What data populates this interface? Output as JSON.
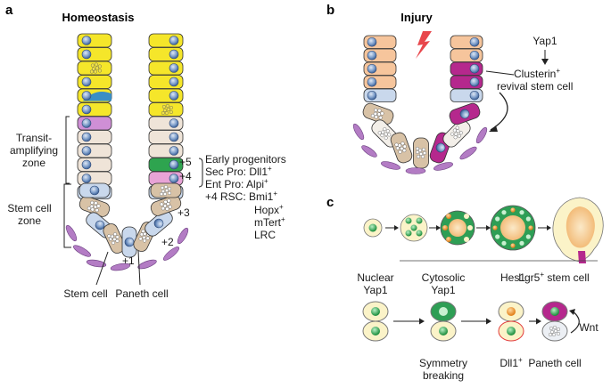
{
  "panel_a": {
    "letter": "a",
    "title": "Homeostasis",
    "transit_label": [
      "Transit-",
      "amplifying",
      "zone"
    ],
    "stem_zone_label": [
      "Stem cell",
      "zone"
    ],
    "positions": {
      "p1": "+1",
      "p2": "+2",
      "p3": "+3",
      "p4": "+4",
      "p5": "+5"
    },
    "annotations": {
      "early": "Early progenitors",
      "sec_pro": "Sec Pro: Dll1",
      "ent_pro": "Ent Pro: Alpi",
      "rsc": "+4 RSC: Bmi1",
      "hopx": "Hopx",
      "mtert": "mTert",
      "lrc": "LRC",
      "sup": "+"
    },
    "stem_cell": "Stem cell",
    "paneth_cell": "Paneth cell"
  },
  "panel_b": {
    "letter": "b",
    "title": "Injury",
    "yap1": "Yap1",
    "clusterin": "Clusterin",
    "sup": "+",
    "revival": "revival stem cell"
  },
  "panel_c": {
    "letter": "c",
    "nuclear_yap1": [
      "Nuclear",
      "Yap1"
    ],
    "cytosolic_yap1": [
      "Cytosolic",
      "Yap1"
    ],
    "hes1": "Hes1",
    "lgr5": "Lgr5",
    "lgr5_rest": " stem cell",
    "sup": "+",
    "wnt": "Wnt",
    "symmetry": [
      "Symmetry",
      "breaking"
    ],
    "dll1": "Dll1",
    "paneth": "Paneth cell"
  },
  "colors": {
    "enterocyte_yellow": "#f5e62a",
    "goblet_blue": "#3a8ec4",
    "progenitor_cream": "#efe4d8",
    "transit_green": "#2ea44f",
    "stem_lightblue": "#c9d8ec",
    "paneth_tan": "#d8c2a6",
    "revival_magenta": "#b5288d",
    "injury_peach": "#f6c59c",
    "stroma_purple": "#b37cc4",
    "nucleus_blue": "#5a83b8"
  }
}
